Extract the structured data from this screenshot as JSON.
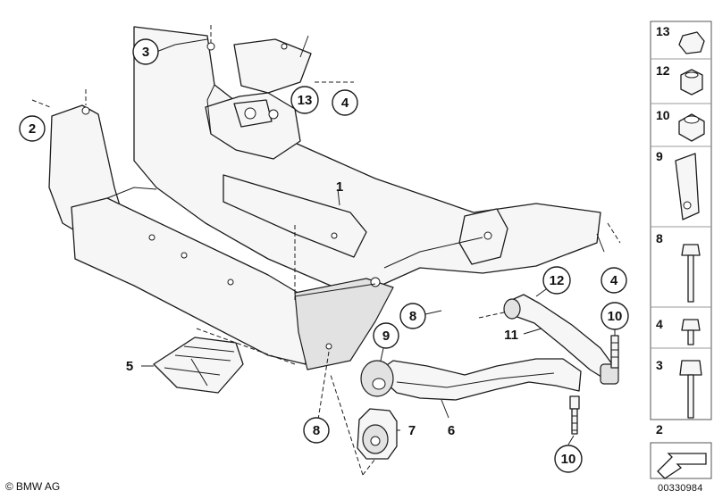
{
  "callouts": {
    "c1": "1",
    "c2": "2",
    "c3": "3",
    "c4_top": "4",
    "c4_right": "4",
    "c5": "5",
    "c6": "6",
    "c7": "7",
    "c8_left": "8",
    "c8_mid": "8",
    "c9": "9",
    "c10_upper": "10",
    "c10_lower": "10",
    "c11": "11",
    "c12": "12",
    "c13": "13"
  },
  "legend": {
    "items": [
      "13",
      "12",
      "10",
      "9",
      "8",
      "4",
      "3",
      "2"
    ]
  },
  "footer": {
    "brand": "BMW AG",
    "copyright_symbol": "©",
    "diagram_id": "00330984"
  }
}
